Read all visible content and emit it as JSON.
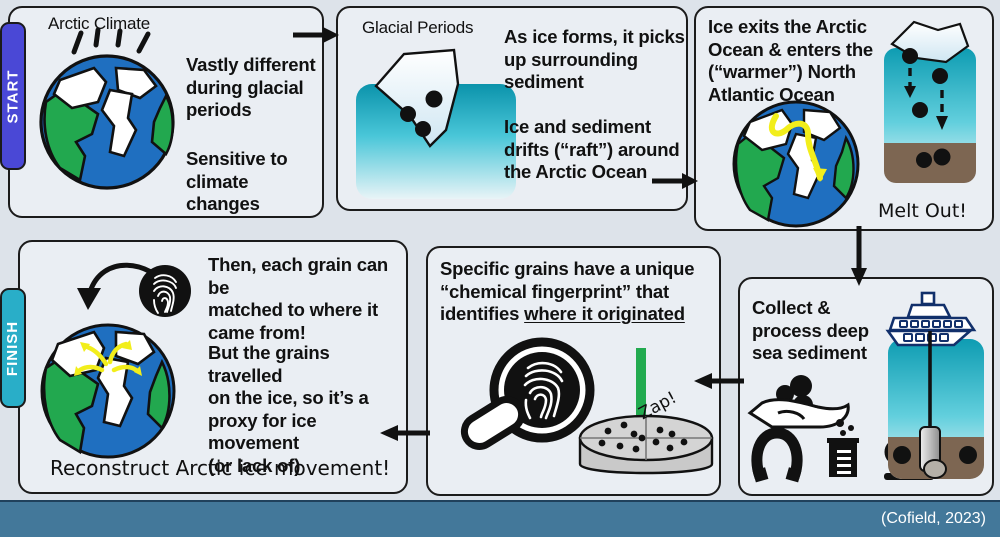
{
  "figure": {
    "background_color": "#dde3ea",
    "panel_fill": "#eaeef3",
    "outline_color": "#1b1b1b",
    "citation": "(Cofield, 2023)",
    "footer_color": "#43789a"
  },
  "tabs": {
    "start": {
      "label": "START",
      "color": "#4a48d6"
    },
    "finish": {
      "label": "FINISH",
      "color": "#29aec8"
    }
  },
  "panels": {
    "arctic_climate": {
      "title": "Arctic Climate",
      "body_1": "Vastly different\nduring glacial\nperiods",
      "body_2": "Sensitive to\nclimate changes"
    },
    "glacial_periods": {
      "title": "Glacial Periods",
      "body_1": "As ice forms, it picks\nup surrounding\nsediment",
      "body_2": "Ice and sediment\ndrifts (“raft”) around\nthe Arctic Ocean"
    },
    "ice_exits": {
      "body_1": "Ice exits the Arctic\nOcean & enters the\n(“warmer”) North\nAtlantic Ocean",
      "caption": "Melt Out!"
    },
    "collect_process": {
      "body_1": "Collect &\nprocess deep\nsea sediment"
    },
    "chemical_fingerprint": {
      "body_prefix": "Specific grains have a unique\n“chemical fingerprint” that\nidentifies ",
      "body_underlined": "where it originated",
      "zap": "Zap!"
    },
    "reconstruct": {
      "body_1": "Then, each grain can be\nmatched to where it\ncame from!",
      "body_2": "But the grains travelled\non the ice, so it’s a\nproxy for ice movement\n(or lack of)",
      "caption": "Reconstruct Arctic ice movement!"
    }
  },
  "colors": {
    "globe_ocean": "#1f6fc0",
    "globe_land": "#22a84f",
    "globe_ice": "#ffffff",
    "current_arrow": "#f2ee1b",
    "water_top": "#0c9fb4",
    "water_bottom": "#e6f3f6",
    "seafloor": "#7d6652",
    "laser_green": "#22aa4f",
    "ship_navy": "#12306b",
    "petri_grey": "#c9c9c9"
  },
  "icons": [
    "globe-icon",
    "iceberg-icon",
    "sediment-grain-icon",
    "melt-out-icon",
    "research-ship-icon",
    "core-sampler-icon",
    "hand-with-grains-icon",
    "magnet-icon",
    "beaker-icon",
    "microscope-icon",
    "magnifier-fingerprint-icon",
    "petri-dish-icon",
    "laser-beam-icon",
    "fingerprint-icon",
    "arrow-icon"
  ]
}
